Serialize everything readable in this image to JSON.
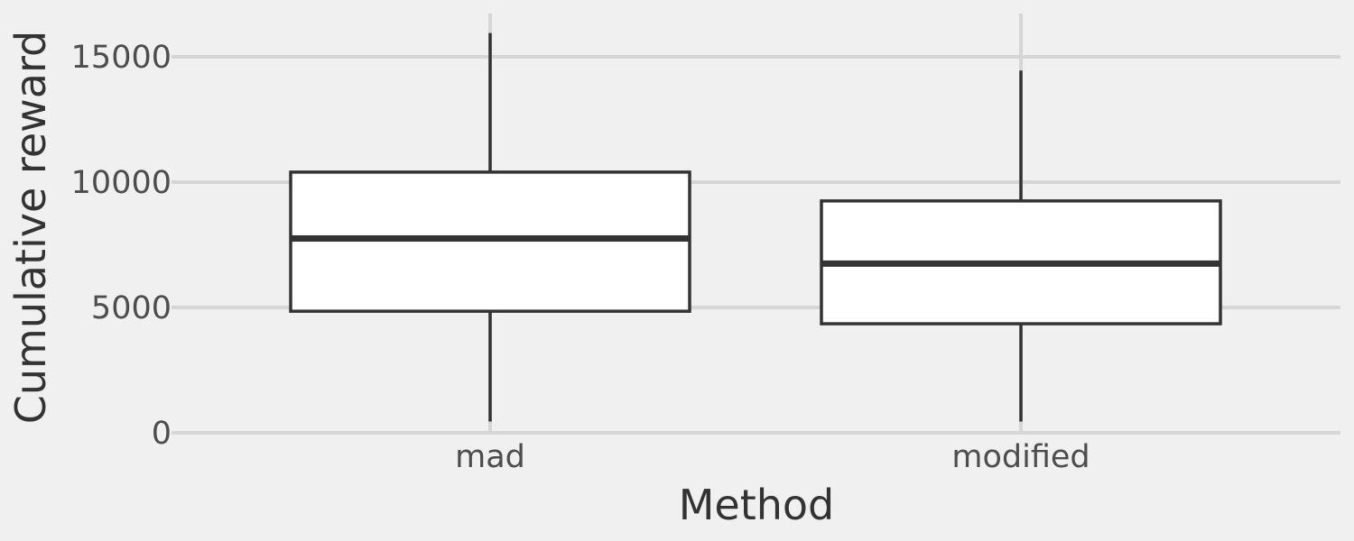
{
  "chart_data": {
    "type": "box",
    "title": "",
    "xlabel": "Method",
    "ylabel": "Cumulative reward",
    "ylim": [
      0,
      16500
    ],
    "yticks": [
      0,
      5000,
      10000,
      15000
    ],
    "categories": [
      "mad",
      "modified"
    ],
    "boxes": [
      {
        "category": "mad",
        "min": 450,
        "q1": 4850,
        "median": 7750,
        "q3": 10400,
        "max": 15950
      },
      {
        "category": "modified",
        "min": 450,
        "q1": 4350,
        "median": 6750,
        "q3": 9250,
        "max": 14450
      }
    ],
    "grid": true,
    "legend": "none"
  }
}
